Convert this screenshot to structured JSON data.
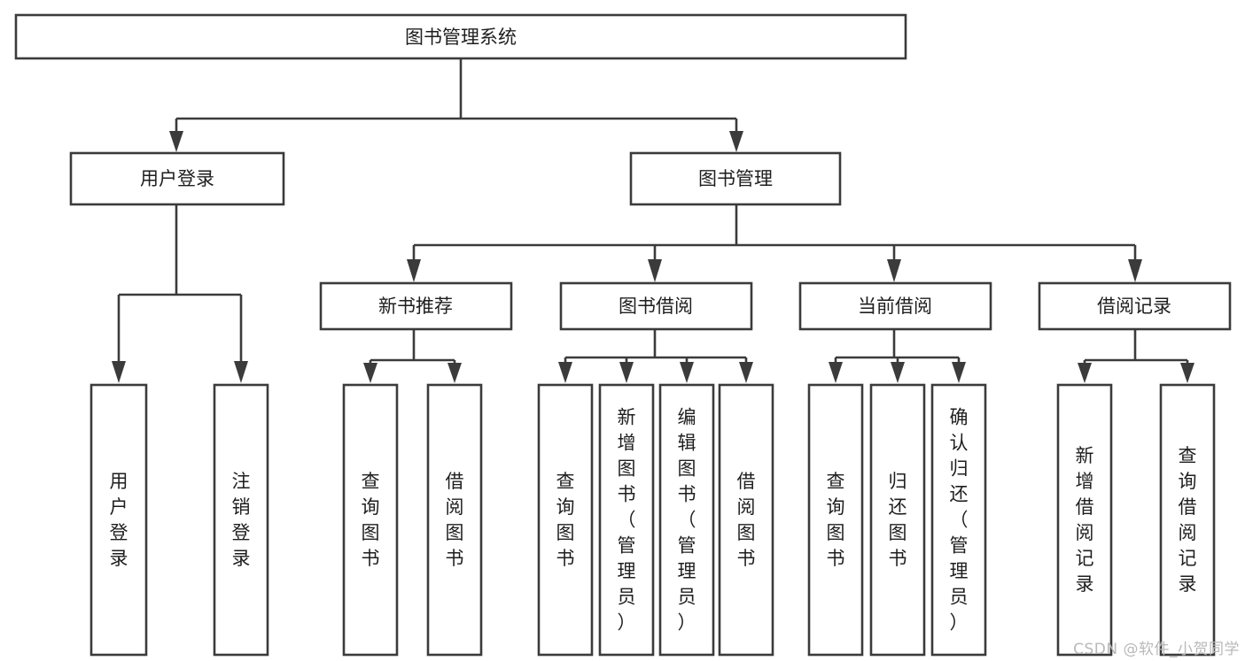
{
  "diagram": {
    "title": "图书管理系统",
    "type": "tree-structure-chart",
    "watermark": "CSDN @软件_小贺同学",
    "colors": {
      "box_stroke": "#3b3b3b",
      "box_fill": "#ffffff",
      "connector": "#3b3b3b",
      "label_text": "#1e1e1e",
      "watermark_text": "#b9b9b9",
      "page_background": "#ffffff"
    },
    "levels": {
      "root": {
        "label": "图书管理系统"
      },
      "level2": [
        {
          "label": "用户登录"
        },
        {
          "label": "图书管理"
        }
      ],
      "level3": [
        {
          "label": "新书推荐"
        },
        {
          "label": "图书借阅"
        },
        {
          "label": "当前借阅"
        },
        {
          "label": "借阅记录"
        }
      ],
      "level4": [
        {
          "label": "用户登录",
          "lines": [
            "用",
            "户",
            "登",
            "录"
          ],
          "parent": "用户登录"
        },
        {
          "label": "注销登录",
          "lines": [
            "注",
            "销",
            "登",
            "录"
          ],
          "parent": "用户登录"
        },
        {
          "label": "查询图书",
          "lines": [
            "查",
            "询",
            "图",
            "书"
          ],
          "parent": "新书推荐"
        },
        {
          "label": "借阅图书",
          "lines": [
            "借",
            "阅",
            "图",
            "书"
          ],
          "parent": "新书推荐"
        },
        {
          "label": "查询图书",
          "lines": [
            "查",
            "询",
            "图",
            "书"
          ],
          "parent": "图书借阅"
        },
        {
          "label": "新增图书（管理员）",
          "lines": [
            "新",
            "增",
            "图",
            "书",
            "（",
            "管",
            "理",
            "员",
            "）"
          ],
          "parent": "图书借阅"
        },
        {
          "label": "编辑图书（管理员）",
          "lines": [
            "编",
            "辑",
            "图",
            "书",
            "（",
            "管",
            "理",
            "员",
            "）"
          ],
          "parent": "图书借阅"
        },
        {
          "label": "借阅图书",
          "lines": [
            "借",
            "阅",
            "图",
            "书"
          ],
          "parent": "图书借阅"
        },
        {
          "label": "查询图书",
          "lines": [
            "查",
            "询",
            "图",
            "书"
          ],
          "parent": "当前借阅"
        },
        {
          "label": "归还图书",
          "lines": [
            "归",
            "还",
            "图",
            "书"
          ],
          "parent": "当前借阅"
        },
        {
          "label": "确认归还（管理员）",
          "lines": [
            "确",
            "认",
            "归",
            "还",
            "（",
            "管",
            "理",
            "员",
            "）"
          ],
          "parent": "当前借阅"
        },
        {
          "label": "新增借阅记录",
          "lines": [
            "新",
            "增",
            "借",
            "阅",
            "记",
            "录"
          ],
          "parent": "借阅记录"
        },
        {
          "label": "查询借阅记录",
          "lines": [
            "查",
            "询",
            "借",
            "阅",
            "记",
            "录"
          ],
          "parent": "借阅记录"
        }
      ]
    }
  }
}
